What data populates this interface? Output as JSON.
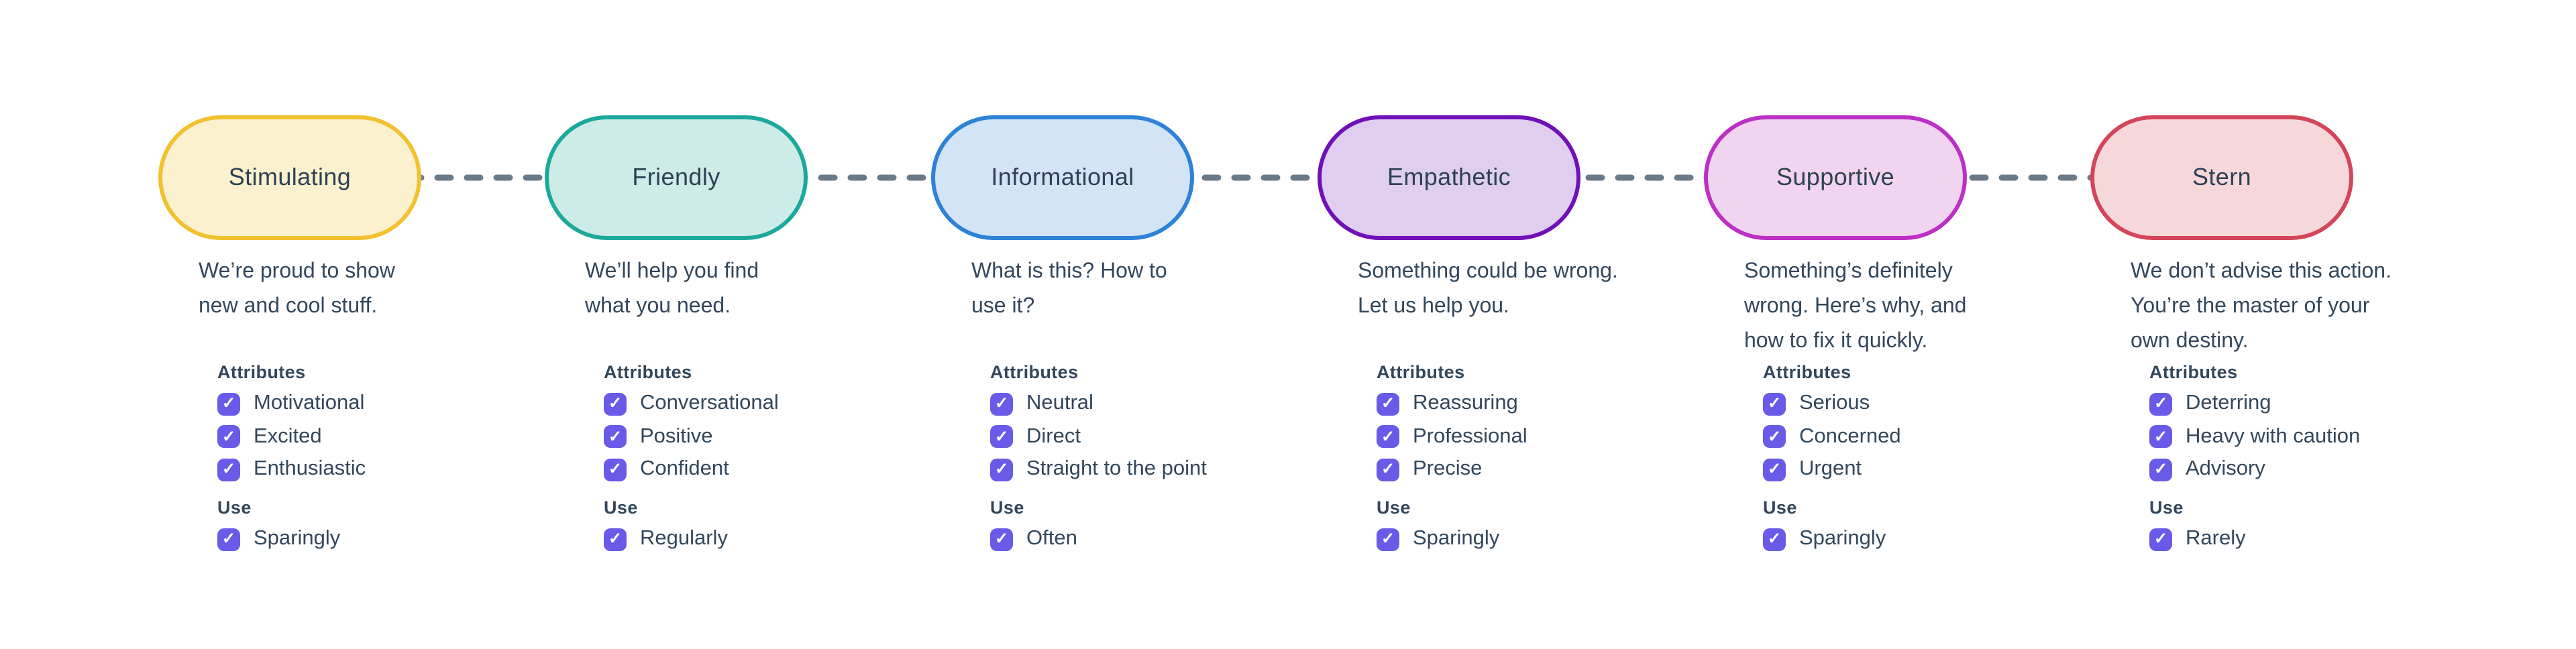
{
  "page": {
    "background": "#ffffff"
  },
  "connector": {
    "color": "#6b7a89"
  },
  "checkbox": {
    "fill": "#6a5ae8",
    "check_glyph": "✓"
  },
  "labels": {
    "attributes": "Attributes",
    "use": "Use"
  },
  "nodes": [
    {
      "title": "Stimulating",
      "fill": "#FBF1CF",
      "border": "#F2C12E",
      "description": "We’re proud to show\nnew and cool stuff.",
      "attributes": [
        "Motivational",
        "Excited",
        "Enthusiastic"
      ],
      "use": "Sparingly"
    },
    {
      "title": "Friendly",
      "fill": "#CDEBE7",
      "border": "#1CA99C",
      "description": "We’ll help you find\nwhat you need.",
      "attributes": [
        "Conversational",
        "Positive",
        "Confident"
      ],
      "use": "Regularly"
    },
    {
      "title": "Informational",
      "fill": "#D3E4F6",
      "border": "#2E82D8",
      "description": "What is this? How to\nuse it?",
      "attributes": [
        "Neutral",
        "Direct",
        "Straight to the point"
      ],
      "use": "Often"
    },
    {
      "title": "Empathetic",
      "fill": "#DFCEEF",
      "border": "#7010B8",
      "description": "Something could be wrong.\nLet us help you.",
      "attributes": [
        "Reassuring",
        "Professional",
        "Precise"
      ],
      "use": "Sparingly"
    },
    {
      "title": "Supportive",
      "fill": "#F1D4F0",
      "border": "#BC30C5",
      "description": "Something’s definitely\nwrong. Here’s why, and\nhow to fix it quickly.",
      "attributes": [
        "Serious",
        "Concerned",
        "Urgent"
      ],
      "use": "Sparingly"
    },
    {
      "title": "Stern",
      "fill": "#F6D8DB",
      "border": "#D4455A",
      "description": "We don’t advise this action.\nYou’re the master of your\nown destiny.",
      "attributes": [
        "Deterring",
        "Heavy with caution",
        "Advisory"
      ],
      "use": "Rarely"
    }
  ]
}
